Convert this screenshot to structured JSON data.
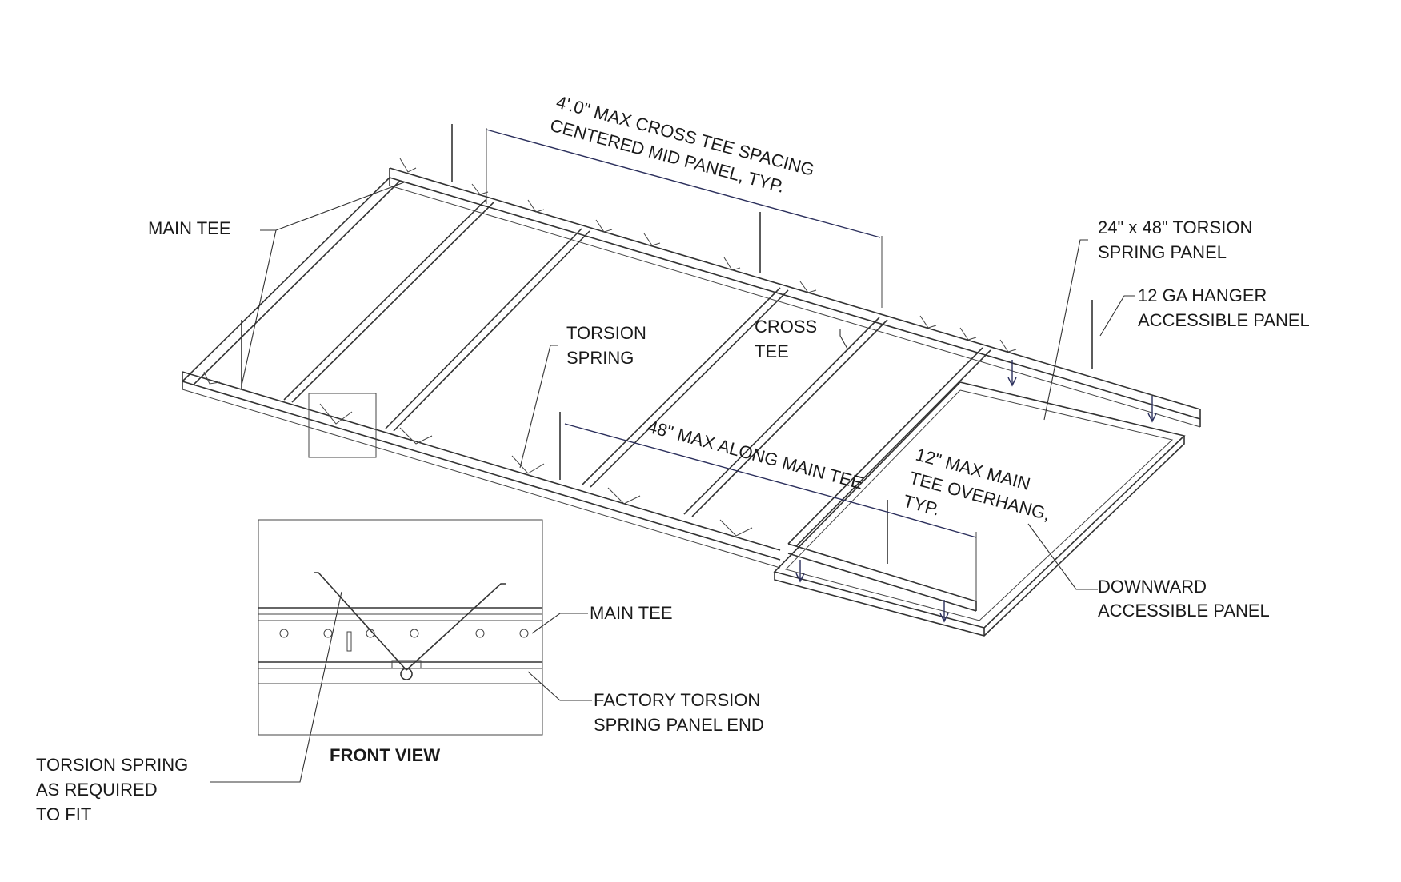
{
  "labels": {
    "main_tee_top": "MAIN TEE",
    "cross_tee_spacing": [
      "4'.0\" MAX CROSS TEE SPACING",
      "CENTERED MID PANEL, TYP."
    ],
    "torsion_spring_panel": [
      "24\" x 48\" TORSION",
      "SPRING PANEL"
    ],
    "hanger": [
      "12 GA HANGER",
      "ACCESSIBLE PANEL"
    ],
    "torsion_spring": [
      "TORSION",
      "SPRING"
    ],
    "cross_tee": [
      "CROSS",
      "TEE"
    ],
    "along_main_tee": "48\" MAX ALONG MAIN TEE",
    "overhang": [
      "12\" MAX MAIN",
      "TEE OVERHANG,",
      "TYP."
    ],
    "downward_panel": [
      "DOWNWARD",
      "ACCESSIBLE PANEL"
    ],
    "main_tee_front": "MAIN TEE",
    "factory_end": [
      "FACTORY TORSION",
      "SPRING PANEL END"
    ],
    "front_view": "FRONT VIEW",
    "spring_as_required": [
      "TORSION SPRING",
      "AS REQUIRED",
      "TO FIT"
    ]
  },
  "colors": {
    "line": "#333333",
    "arrow": "#2b2f5c",
    "text": "#1a1a1a"
  }
}
